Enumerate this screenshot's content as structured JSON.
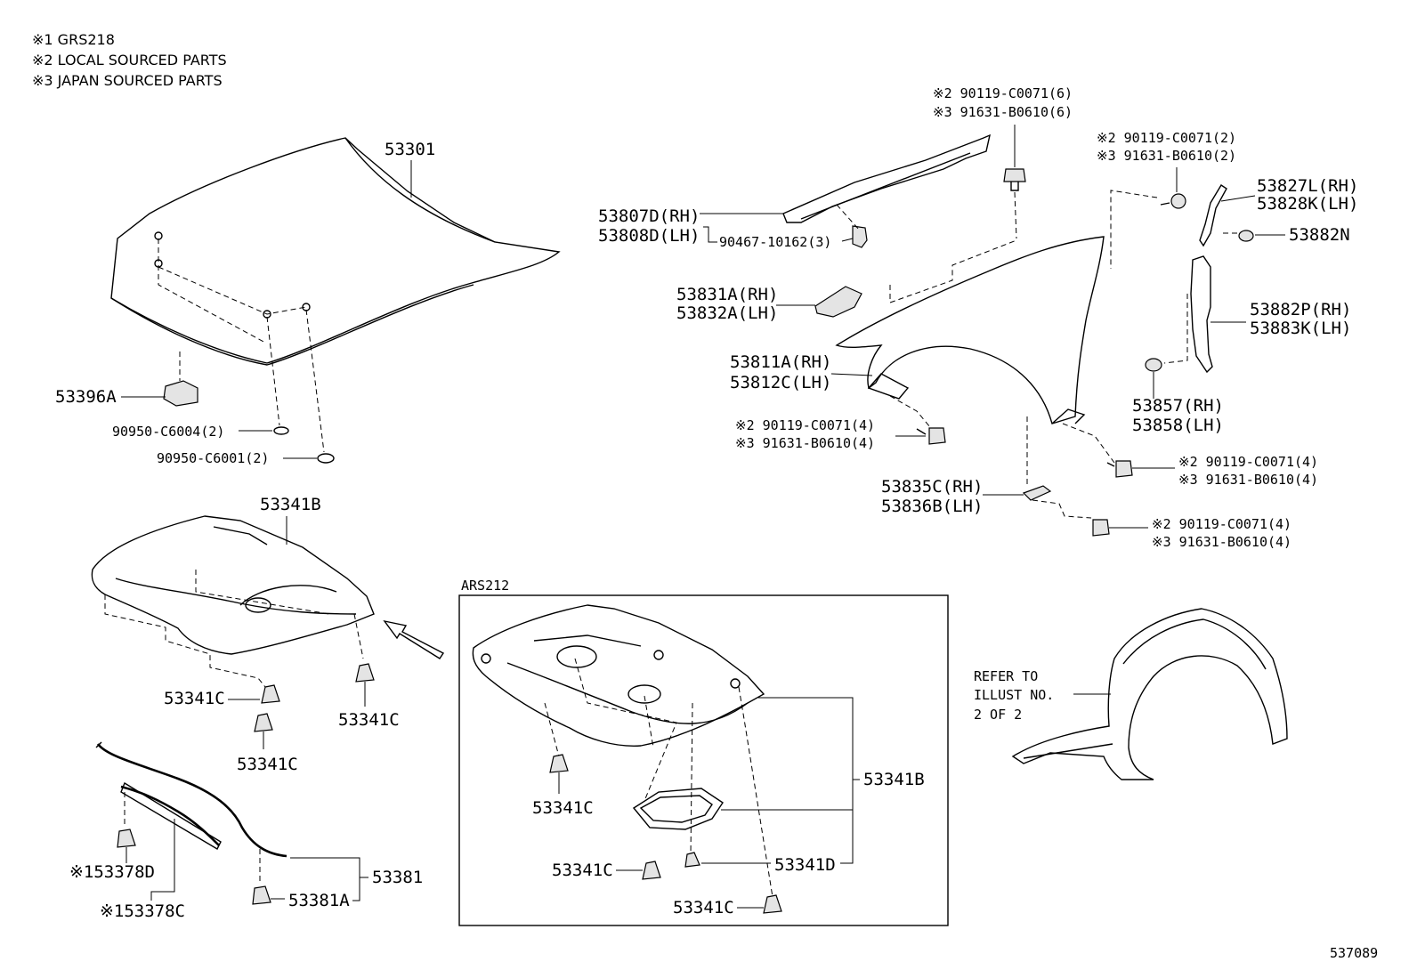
{
  "notes": [
    "※1 GRS218",
    "※2 LOCAL SOURCED PARTS",
    "※3 JAPAN SOURCED PARTS"
  ],
  "inset_title": "ARS212",
  "drawing_number": "537089",
  "reference_note": [
    "REFER TO",
    "ILLUST NO.",
    "2 OF 2"
  ],
  "labels": {
    "hood": "53301",
    "hood_bumper": "53396A",
    "hood_cushion_a": "90950-C6004(2)",
    "hood_cushion_b": "90950-C6001(2)",
    "cowl_rh": "53807D(RH)",
    "cowl_lh": "53808D(LH)",
    "cowl_clip": "90467-10162(3)",
    "top_bolt_local": "※2 90119-C0071(6)",
    "top_bolt_japan": "※3 91631-B0610(6)",
    "rear_bolt_local": "※2 90119-C0071(2)",
    "rear_bolt_japan": "※3 91631-B0610(2)",
    "seal_rh": "53827L(RH)",
    "seal_lh": "53828K(LH)",
    "clip_n": "53882N",
    "bracket_rh": "53831A(RH)",
    "bracket_lh": "53832A(LH)",
    "fender_rh": "53811A(RH)",
    "fender_lh": "53812C(LH)",
    "front_bolt_local": "※2 90119-C0071(4)",
    "front_bolt_japan": "※3 91631-B0610(4)",
    "liner_rh": "53882P(RH)",
    "liner_lh": "53883K(LH)",
    "plug_rh": "53857(RH)",
    "plug_lh": "53858(LH)",
    "lower_bolt_local": "※2 90119-C0071(4)",
    "lower_bolt_japan": "※3 91631-B0610(4)",
    "stay_rh": "53835C(RH)",
    "stay_lh": "53836B(LH)",
    "stay_bolt_local": "※2 90119-C0071(4)",
    "stay_bolt_japan": "※3 91631-B0610(4)",
    "under_cover": "53341B",
    "clip_c1": "53341C",
    "clip_c2": "53341C",
    "clip_c3": "53341C",
    "seal_d": "※153378D",
    "seal_c": "※153378C",
    "seal_assy": "53381",
    "seal_clip": "53381A",
    "ars_cover": "53341B",
    "ars_clip_c1": "53341C",
    "ars_clip_c2": "53341C",
    "ars_clip_c3": "53341C",
    "ars_clip_d": "53341D"
  }
}
